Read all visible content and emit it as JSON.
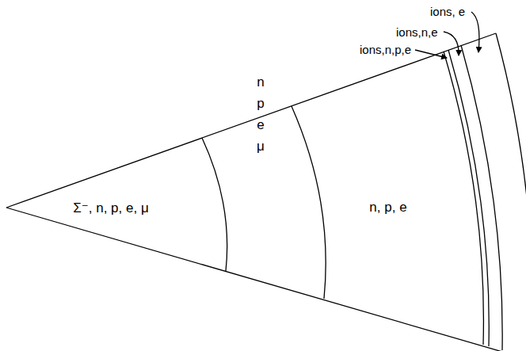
{
  "diagram": {
    "nodes": [
      {
        "text": [
          "Σ⁻, n, p, e, μ"
        ]
      },
      {
        "text": [
          "n p e μ"
        ]
      },
      {
        "text": [
          "n, p, e"
        ]
      }
    ],
    "labels": [
      "ions, e",
      "ions,n,e",
      "ions,n,p,e"
    ]
  }
}
